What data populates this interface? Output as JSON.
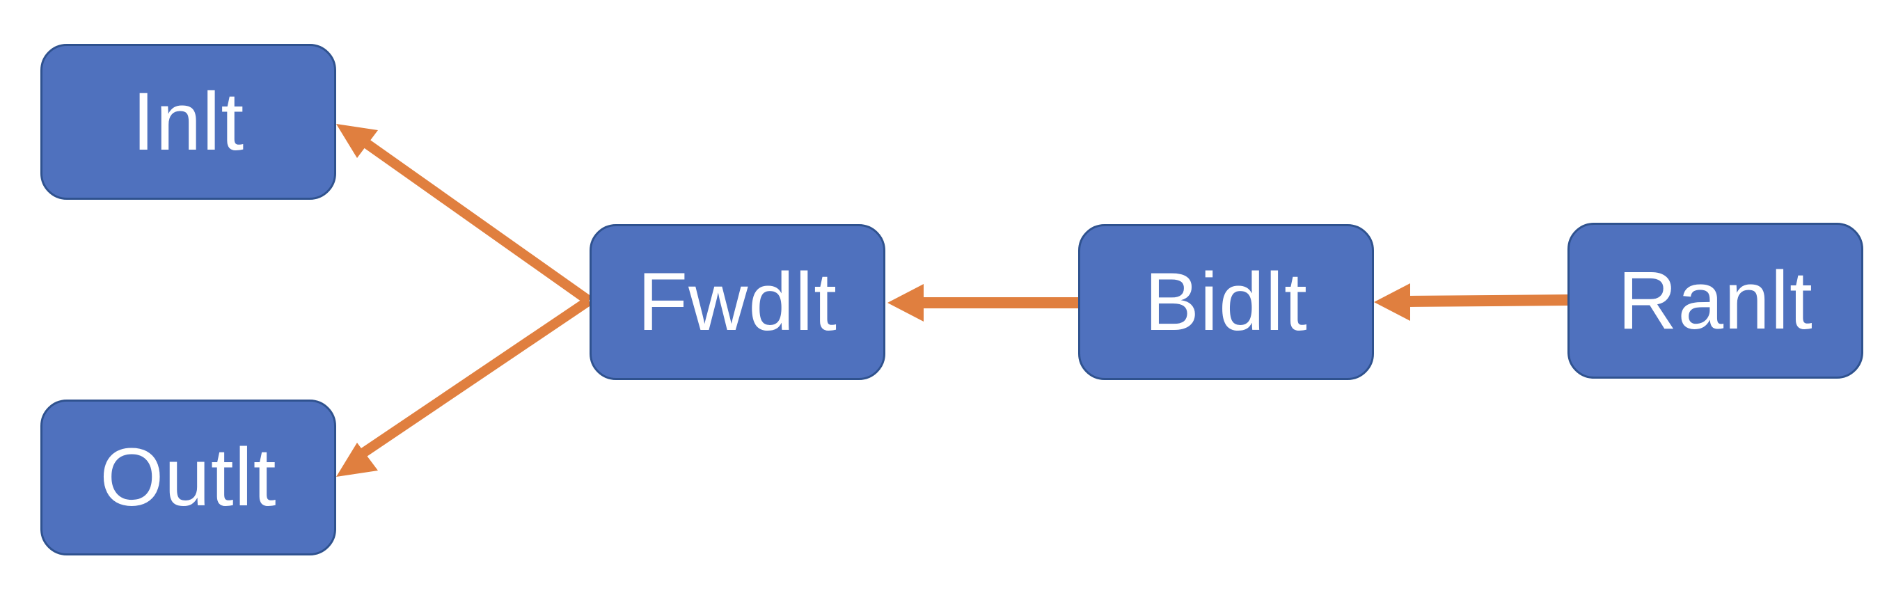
{
  "diagram": {
    "nodes": {
      "inlt": {
        "label": "Inlt"
      },
      "outlt": {
        "label": "Outlt"
      },
      "fwdlt": {
        "label": "Fwdlt"
      },
      "bidlt": {
        "label": "Bidlt"
      },
      "ranlt": {
        "label": "Ranlt"
      }
    },
    "edges": [
      {
        "from": "fwdlt",
        "to": "inlt"
      },
      {
        "from": "fwdlt",
        "to": "outlt"
      },
      {
        "from": "bidlt",
        "to": "fwdlt"
      },
      {
        "from": "ranlt",
        "to": "bidlt"
      }
    ],
    "colors": {
      "node_fill": "#4f71be",
      "node_border": "#2f528f",
      "node_text": "#ffffff",
      "arrow": "#e07f3f",
      "background": "#ffffff"
    }
  }
}
